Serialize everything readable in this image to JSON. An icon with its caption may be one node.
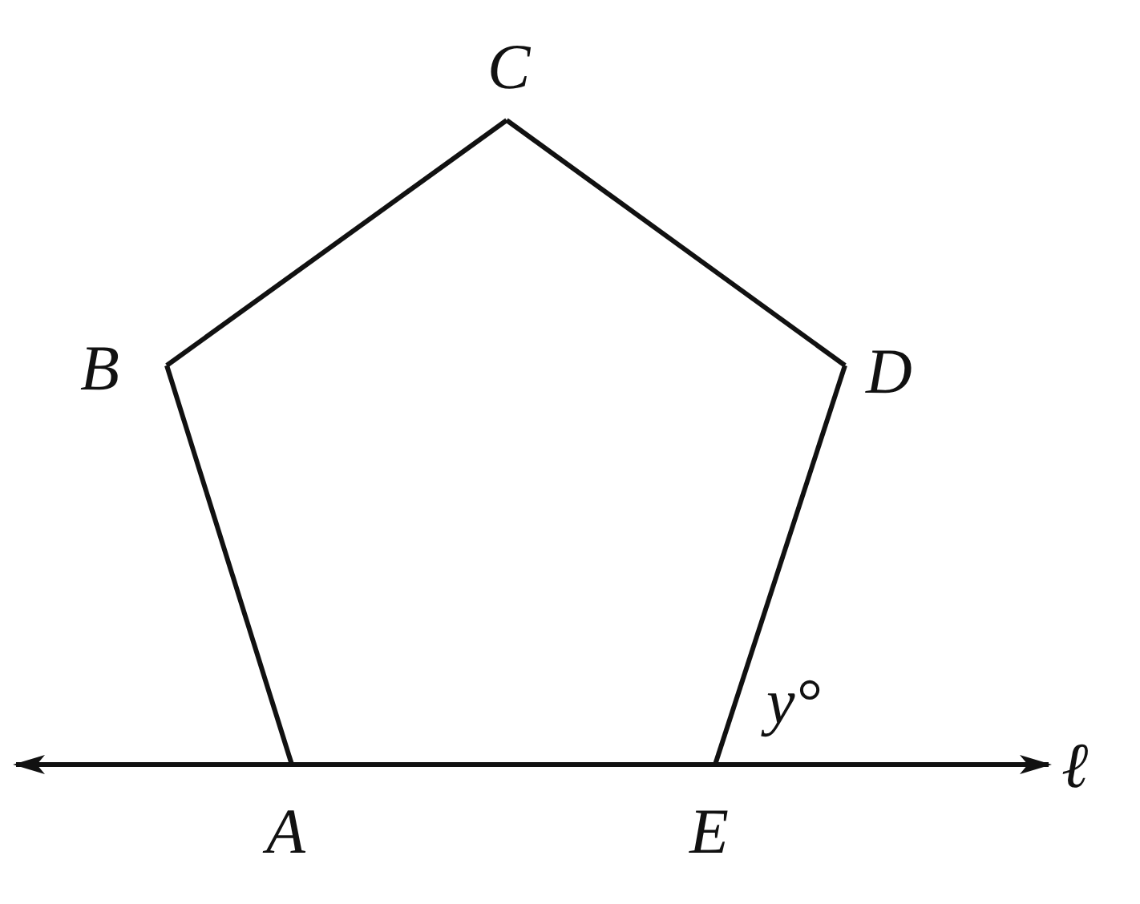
{
  "diagram": {
    "nodes": [
      {
        "text": [
          "C"
        ]
      },
      {
        "text": [
          "B"
        ]
      },
      {
        "text": [
          "D"
        ]
      },
      {
        "text": [
          "A"
        ]
      },
      {
        "text": [
          "E"
        ]
      },
      {
        "text": [
          "ℓ"
        ]
      }
    ],
    "edges": [
      {
        "from": 1,
        "to": 0,
        "arrow": "none"
      },
      {
        "from": 0,
        "to": 2,
        "arrow": "none"
      },
      {
        "from": 2,
        "to": 4,
        "arrow": "none"
      },
      {
        "from": 3,
        "to": 4,
        "arrow": "none"
      },
      {
        "from": 1,
        "to": 3,
        "arrow": "none"
      },
      {
        "from": 3,
        "to": null,
        "arrow": "to"
      },
      {
        "from": 4,
        "to": 5,
        "arrow": "to"
      }
    ],
    "labels": [
      "y°"
    ]
  }
}
